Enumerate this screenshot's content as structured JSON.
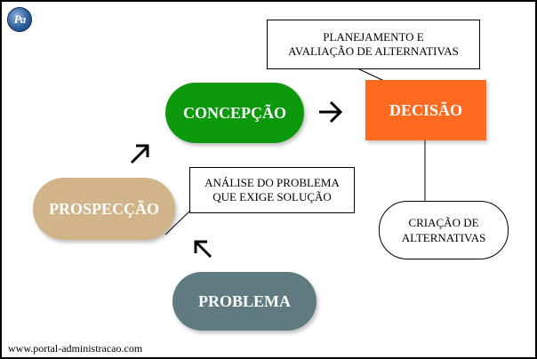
{
  "logo": {
    "text": "Pa"
  },
  "nodes": {
    "concepcao": "CONCEPÇÃO",
    "decisao": "DECISÃO",
    "prospeccao": "PROSPECÇÃO",
    "problema": "PROBLEMA"
  },
  "callouts": {
    "planejamento": {
      "line1": "PLANEJAMENTO E",
      "line2": "AVALIAÇÃO DE ALTERNATIVAS"
    },
    "analise": {
      "line1": "ANÁLISE DO PROBLEMA",
      "line2": "QUE EXIGE SOLUÇÃO"
    },
    "criacao": {
      "line1": "CRIAÇÃO DE",
      "line2": "ALTERNATIVAS"
    }
  },
  "footer": {
    "url": "www.portal-administracao.com"
  },
  "colors": {
    "concepcao": "#0c9a0c",
    "decisao": "#ff6a20",
    "prospeccao": "#d1b48a",
    "problema": "#5f7a80"
  }
}
